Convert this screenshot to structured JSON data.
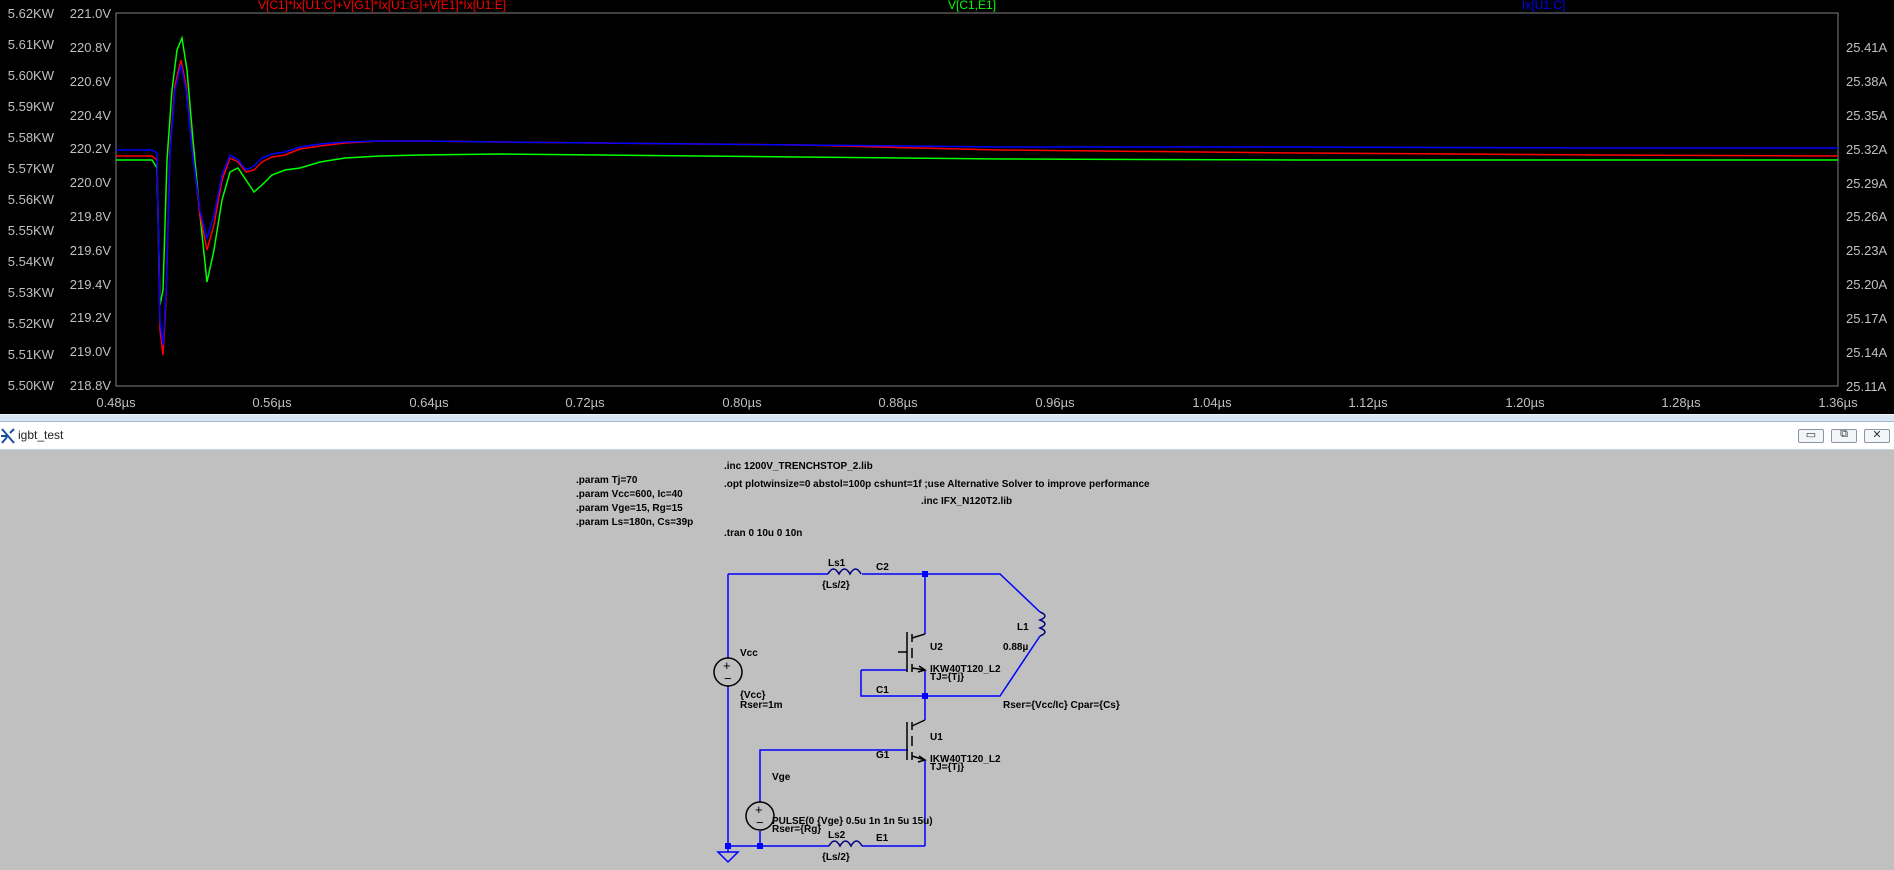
{
  "plot": {
    "traces": [
      {
        "name": "V[C1]*Ix[U1:C]+V[G1]*Ix[U1:G]+V[E1]*Ix[U1:E]",
        "color": "#ff0000"
      },
      {
        "name": "V[C1,E1]",
        "color": "#00ff00"
      },
      {
        "name": "Ix[U1:C]",
        "color": "#0000ff"
      }
    ],
    "left_axis_1": [
      "5.62KW",
      "5.61KW",
      "5.60KW",
      "5.59KW",
      "5.58KW",
      "5.57KW",
      "5.56KW",
      "5.55KW",
      "5.54KW",
      "5.53KW",
      "5.52KW",
      "5.51KW",
      "5.50KW"
    ],
    "left_axis_2": [
      "221.0V",
      "220.8V",
      "220.6V",
      "220.4V",
      "220.2V",
      "220.0V",
      "219.8V",
      "219.6V",
      "219.4V",
      "219.2V",
      "219.0V",
      "218.8V"
    ],
    "right_axis": [
      "25.41A",
      "25.38A",
      "25.35A",
      "25.32A",
      "25.29A",
      "25.26A",
      "25.23A",
      "25.20A",
      "25.17A",
      "25.14A",
      "25.11A"
    ],
    "x_axis": [
      "0.48µs",
      "0.56µs",
      "0.64µs",
      "0.72µs",
      "0.80µs",
      "0.88µs",
      "0.96µs",
      "1.04µs",
      "1.12µs",
      "1.20µs",
      "1.28µs",
      "1.36µs"
    ]
  },
  "window": {
    "title": "igbt_test",
    "minimize_glyph": "▭",
    "restore_glyph": "⧉",
    "close_glyph": "✕"
  },
  "schematic": {
    "directives": {
      "params": [
        ".param Tj=70",
        ".param Vcc=600, Ic=40",
        ".param Vge=15, Rg=15",
        ".param Ls=180n, Cs=39p"
      ],
      "inc1": ".inc 1200V_TRENCHSTOP_2.lib",
      "opt": ".opt plotwinsize=0 abstol=100p cshunt=1f ;use Alternative Solver to improve performance",
      "inc2": ".inc IFX_N120T2.lib",
      "tran": ".tran 0 10u 0 10n"
    },
    "labels": {
      "ls1": "Ls1",
      "ls1_val": "{Ls/2}",
      "c2": "C2",
      "l1": "L1",
      "l1_val": "0.88µ",
      "u2": "U2",
      "u2_model": "IKW40T120_L2",
      "u2_tj": "TJ={Tj}",
      "c1": "C1",
      "vcc": "Vcc",
      "vcc_val": "{Vcc}",
      "vcc_rser": "Rser=1m",
      "l1_par": "Rser={Vcc/Ic} Cpar={Cs}",
      "u1": "U1",
      "u1_model": "IKW40T120_L2",
      "u1_tj": "TJ={Tj}",
      "g1": "G1",
      "vge": "Vge",
      "vge_val": "PULSE(0 {Vge} 0.5u 1n 1n 5u 15u)",
      "vge_rser": "Rser={Rg}",
      "ls2": "Ls2",
      "ls2_val": "{Ls/2}",
      "e1": "E1"
    }
  }
}
